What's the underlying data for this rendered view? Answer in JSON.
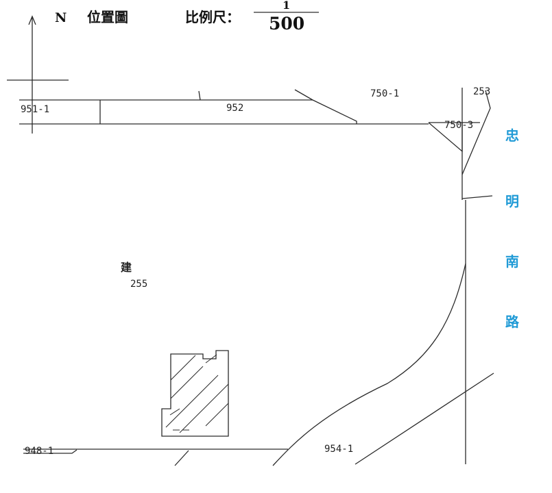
{
  "header": {
    "north": "N",
    "title": "位置圖",
    "scale_label": "比例尺：",
    "scale_numerator": "1",
    "scale_denominator": "500"
  },
  "parcels": {
    "p951_1": "951-1",
    "p952": "952",
    "p750_1": "750-1",
    "p253": "253",
    "p750_3": "750-3",
    "p255": "255",
    "p948_1": "948-1",
    "p954_1": "954-1"
  },
  "building_mark": "建",
  "road": {
    "chars": [
      "忠",
      "明",
      "南",
      "路"
    ]
  },
  "colors": {
    "line": "#2a2a2a",
    "road_label": "#1f9ad6"
  }
}
